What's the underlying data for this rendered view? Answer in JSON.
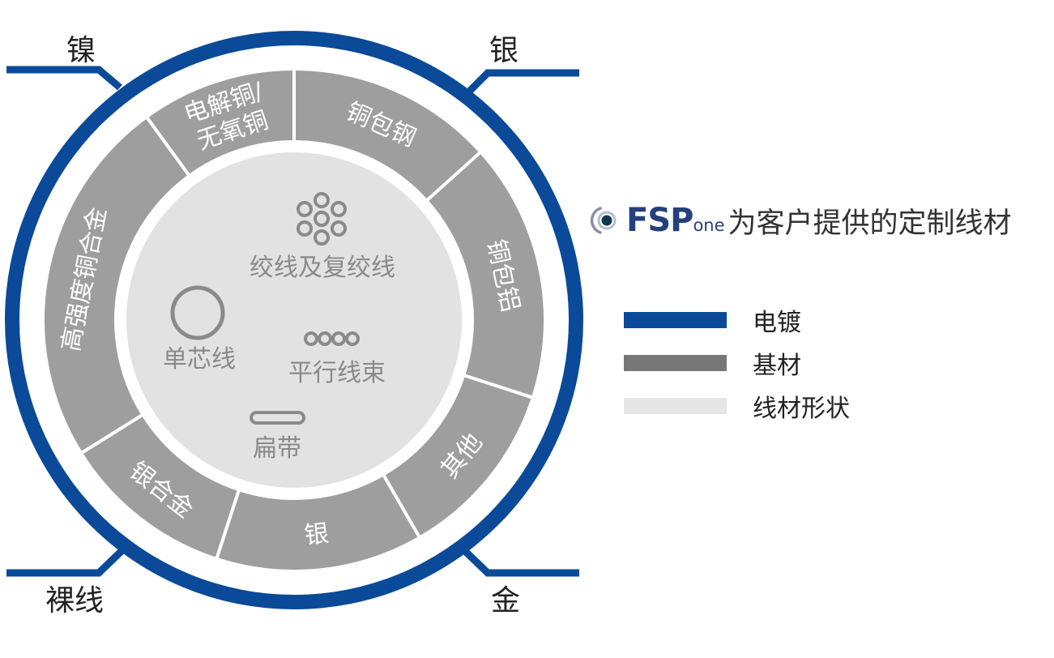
{
  "colors": {
    "plating": "#0a4a99",
    "base": "#9e9e9e",
    "shape": "#e2e2e2",
    "segment_text": "#ffffff",
    "core_text": "#8a8a8a",
    "brand": "#24417e"
  },
  "plating_labels": {
    "nickel": "镍",
    "silver": "银",
    "bare": "裸线",
    "gold": "金"
  },
  "segments": [
    {
      "id": "electrolytic-copper",
      "lines": [
        "电解铜/",
        "无氧铜"
      ]
    },
    {
      "id": "copper-clad-steel",
      "lines": [
        "铜包钢"
      ]
    },
    {
      "id": "copper-clad-aluminum",
      "lines": [
        "铜包铝"
      ]
    },
    {
      "id": "other",
      "lines": [
        "其他"
      ]
    },
    {
      "id": "silver",
      "lines": [
        "银"
      ]
    },
    {
      "id": "silver-alloy",
      "lines": [
        "银合金"
      ]
    },
    {
      "id": "high-strength-copper-alloy",
      "lines": [
        "高强度铜合金"
      ]
    }
  ],
  "shapes": {
    "stranded": "绞线及复绞线",
    "solid": "单芯线",
    "parallel": "平行线束",
    "flat": "扁带"
  },
  "brand": {
    "fsp": "FSP",
    "one": "one",
    "tagline": "为客户提供的定制线材"
  },
  "legend": [
    {
      "id": "plating",
      "label": "电镀",
      "color": "#0a4a99"
    },
    {
      "id": "base",
      "label": "基材",
      "color": "#777777"
    },
    {
      "id": "shape",
      "label": "线材形状",
      "color": "#e6e6e6"
    }
  ]
}
